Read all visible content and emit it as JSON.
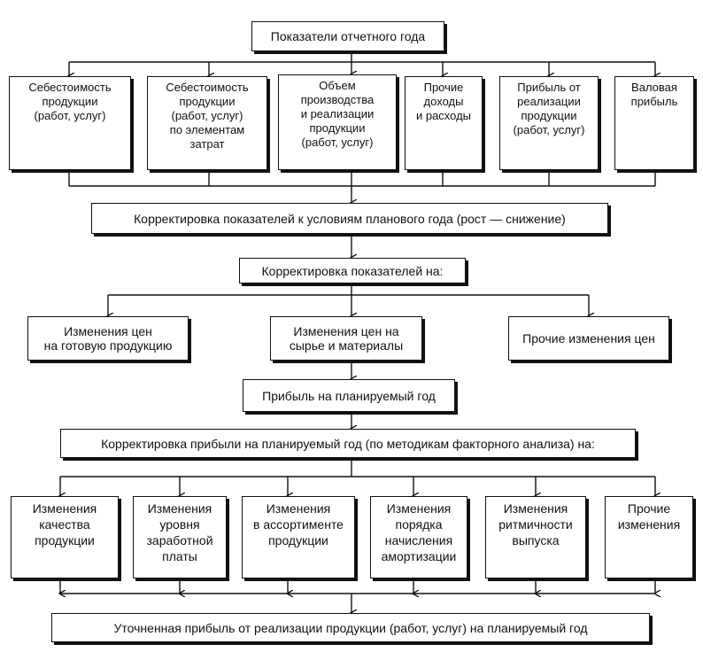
{
  "nodes": {
    "header": "Показатели отчетного года",
    "b1": "Себестоимость\nпродукции\n(работ, услуг)",
    "b2": "Себестоимость\nпродукции\n(работ, услуг)\nпо элементам\nзатрат",
    "b3": "Объем\nпроизводства\nи реализации\nпродукции\n(работ, услуг)",
    "b4": "Прочие\nдоходы\nи расходы",
    "b5": "Прибыль от\nреализации\nпродукции\n(работ, услуг)",
    "b6": "Валовая\nприбыль",
    "adj_plan": "Корректировка показателей к условиям планового года (рост — снижение)",
    "adj_on": "Корректировка показателей на:",
    "p1": "Изменения цен\nна готовую продукцию",
    "p2": "Изменения цен на\nсырье и материалы",
    "p3": "Прочие изменения цен",
    "profit_plan": "Прибыль на планируемый год",
    "adj_profit": "Корректировка прибыли на планируемый год (по методикам факторного анализа) на:",
    "f1": "Изменения\nкачества\nпродукции",
    "f2": "Изменения\nуровня\nзаработной\nплаты",
    "f3": "Изменения\nв ассортименте\nпродукции",
    "f4": "Изменения\nпорядка\nначисления\nамортизации",
    "f5": "Изменения\nритмичности\nвыпуска",
    "f6": "Прочие\nизменения",
    "final": "Уточненная прибыль от реализации продукции (работ, услуг) на планируемый год"
  }
}
